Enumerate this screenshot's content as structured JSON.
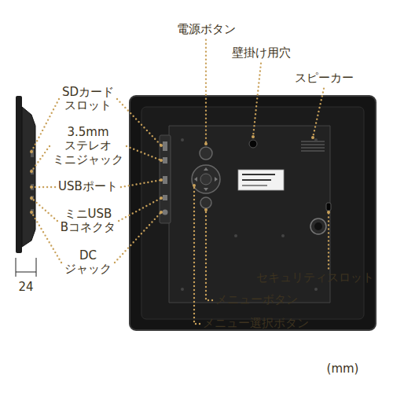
{
  "diagram": {
    "labels": [
      "電源ボタン",
      "壁掛け用穴",
      "スピーカー",
      "SDカード スロット",
      "3.5mm ステレオ ミニジャック",
      "USBポート",
      "ミニUSB Bコネクタ",
      "DC ジャック",
      "セキュリティスロット",
      "メニューボタン",
      "メニュー選択ボタン",
      "24",
      "(mm)"
    ]
  }
}
